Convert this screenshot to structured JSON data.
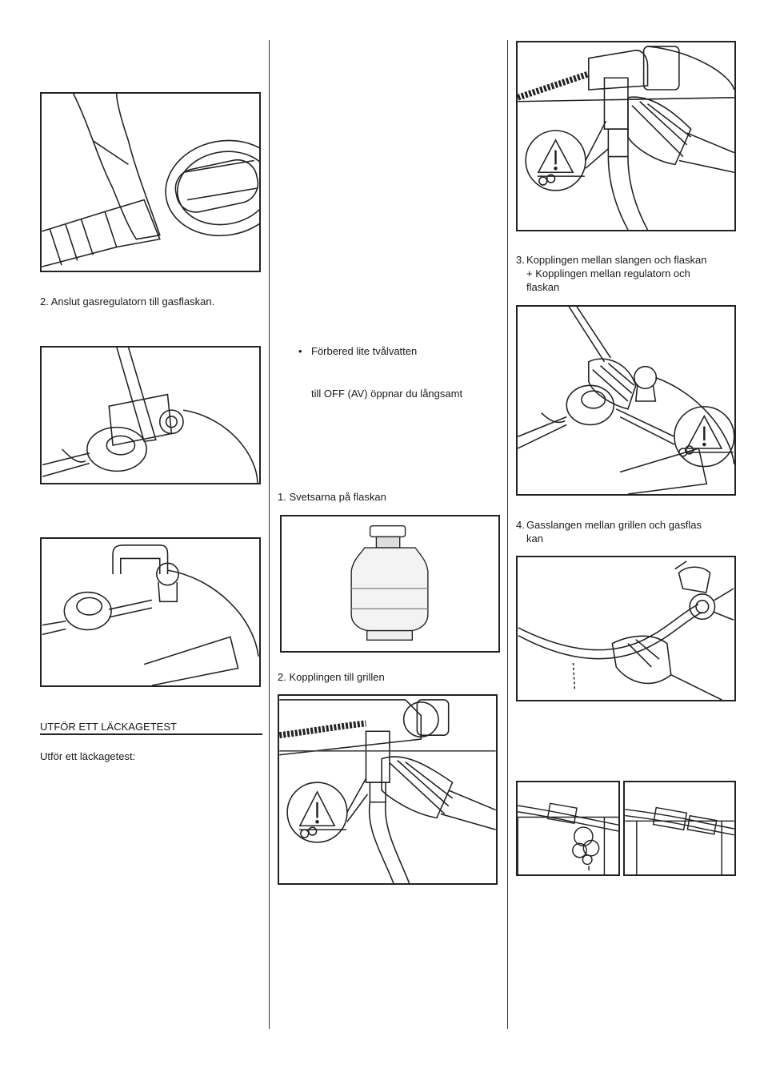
{
  "column_left": {
    "step2_text": "2. Anslut gasregulatorn till gasflaskan.",
    "section_heading": "UTFÖR ETT LÄCKAGETEST",
    "intro_text": "Utför ett läckagetest:"
  },
  "column_middle": {
    "bullet_char": "•",
    "bullet_text": "Förbered lite tvålvatten",
    "valve_text": "till OFF (AV) öppnar du långsamt",
    "item1_text": "1. Svetsarna på flaskan",
    "item2_text": "2. Kopplingen till grillen"
  },
  "column_right": {
    "item3_num": "3.",
    "item3_line1": "Kopplingen mellan slangen och flaskan",
    "item3_line2": "+ Kopplingen mellan regulatorn och",
    "item3_line3": "flaskan",
    "item4_num": "4.",
    "item4_line1": "Gasslangen mellan grillen och gasflas",
    "item4_line2": "kan"
  }
}
